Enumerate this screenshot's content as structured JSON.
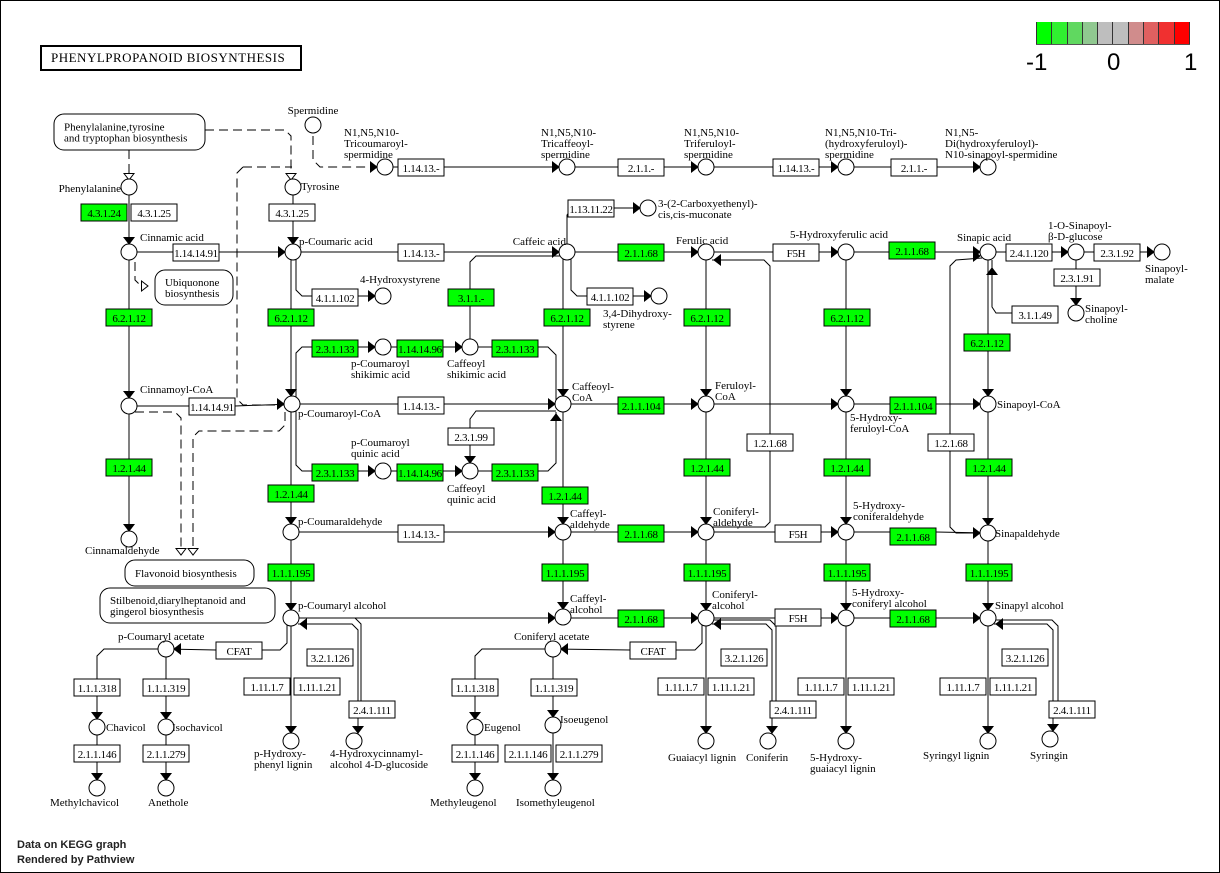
{
  "title": "PHENYLPROPANOID BIOSYNTHESIS",
  "legend": {
    "min_label": "-1",
    "mid_label": "0",
    "max_label": "1",
    "colors": [
      "#00ff00",
      "#30f030",
      "#60d860",
      "#90c890",
      "#bebebe",
      "#bebebe",
      "#d08c8c",
      "#e06060",
      "#f03030",
      "#ff0000"
    ]
  },
  "footer": {
    "line1": "Data on KEGG graph",
    "line2": "Rendered by Pathview"
  },
  "colors": {
    "up_regulated": "#ff0000",
    "down_regulated": "#00ff00",
    "no_data": "#ffffff"
  },
  "pathway_links": [
    {
      "id": "pw1",
      "label_lines": [
        "Phenylalanine,tyrosine",
        "and tryptophan biosynthesis"
      ]
    },
    {
      "id": "pw2",
      "label_lines": [
        "Ubiquonone",
        "biosynthesis"
      ]
    },
    {
      "id": "pw3",
      "label_lines": [
        "Flavonoid biosynthesis"
      ]
    },
    {
      "id": "pw4",
      "label_lines": [
        "Stilbenoid,diarylheptanoid and",
        "gingerol biosynthesis"
      ]
    }
  ],
  "compounds": [
    {
      "id": "c_spermidine",
      "label": [
        "Spermidine"
      ]
    },
    {
      "id": "c_phe",
      "label": [
        "Phenylalanine"
      ]
    },
    {
      "id": "c_tyr",
      "label": [
        "Tyrosine"
      ]
    },
    {
      "id": "c_tricoum",
      "label": [
        "N1,N5,N10-",
        "Tricoumaroyl-",
        "spermidine"
      ]
    },
    {
      "id": "c_tricaff",
      "label": [
        "N1,N5,N10-",
        "Tricaffeoyl-",
        "spermidine"
      ]
    },
    {
      "id": "c_triferu",
      "label": [
        "N1,N5,N10-",
        "Triferuloyl-",
        "spermidine"
      ]
    },
    {
      "id": "c_trihydroxy",
      "label": [
        "N1,N5,N10-Tri-",
        "(hydroxyferuloyl)-",
        "spermidine"
      ]
    },
    {
      "id": "c_di",
      "label": [
        "N1,N5-",
        "Di(hydroxyferuloyl)-",
        "N10-sinapoyl-spermidine"
      ]
    },
    {
      "id": "c_cinnamic",
      "label": [
        "Cinnamic acid"
      ]
    },
    {
      "id": "c_pcoumaric",
      "label": [
        "p-Coumaric acid"
      ]
    },
    {
      "id": "c_caffeic",
      "label": [
        "Caffeic acid"
      ]
    },
    {
      "id": "c_ferulic",
      "label": [
        "Ferulic acid"
      ]
    },
    {
      "id": "c_5hferulic",
      "label": [
        "5-Hydroxyferulic acid"
      ]
    },
    {
      "id": "c_sinapic",
      "label": [
        "Sinapic acid"
      ]
    },
    {
      "id": "c_carboxy",
      "label": [
        "3-(2-Carboxyethenyl)-",
        "cis,cis-muconate"
      ]
    },
    {
      "id": "c_singlucose",
      "label": [
        "1-O-Sinapoyl-",
        "β-D-glucose"
      ]
    },
    {
      "id": "c_sinmalate",
      "label": [
        "Sinapoyl-",
        "malate"
      ]
    },
    {
      "id": "c_sincholine",
      "label": [
        "Sinapoyl-",
        "choline"
      ]
    },
    {
      "id": "c_4hstyrene",
      "label": [
        "4-Hydroxystyrene"
      ]
    },
    {
      "id": "c_34dhstyrene",
      "label": [
        "3,4-Dihydroxy-",
        "styrene"
      ]
    },
    {
      "id": "c_pcshik",
      "label": [
        "p-Coumaroyl",
        "shikimic acid"
      ]
    },
    {
      "id": "c_cafshik",
      "label": [
        "Caffeoyl",
        "shikimic acid"
      ]
    },
    {
      "id": "c_pcquin",
      "label": [
        "p-Coumaroyl",
        "quinic acid"
      ]
    },
    {
      "id": "c_cafquin",
      "label": [
        "Caffeoyl",
        "quinic acid"
      ]
    },
    {
      "id": "c_cinnamoylcoa",
      "label": [
        "Cinnamoyl-CoA"
      ]
    },
    {
      "id": "c_pcoumaroylcoa",
      "label": [
        "p-Coumaroyl-CoA"
      ]
    },
    {
      "id": "c_caffeoylcoa",
      "label": [
        "Caffeoyl-",
        "CoA"
      ]
    },
    {
      "id": "c_feruloylcoa",
      "label": [
        "Feruloyl-",
        "CoA"
      ]
    },
    {
      "id": "c_5hfcoa",
      "label": [
        "5-Hydroxy-",
        "feruloyl-CoA"
      ]
    },
    {
      "id": "c_sinapoylcoa",
      "label": [
        "Sinapoyl-CoA"
      ]
    },
    {
      "id": "c_cinnamald",
      "label": [
        "Cinnamaldehyde"
      ]
    },
    {
      "id": "c_pcoumarald",
      "label": [
        "p-Coumaraldehyde"
      ]
    },
    {
      "id": "c_caffeyald",
      "label": [
        "Caffeyl-",
        "aldehyde"
      ]
    },
    {
      "id": "c_coniferald",
      "label": [
        "Coniferyl-",
        "aldehyde"
      ]
    },
    {
      "id": "c_5hconald",
      "label": [
        "5-Hydroxy-",
        "coniferaldehyde"
      ]
    },
    {
      "id": "c_sinapald",
      "label": [
        "Sinapaldehyde"
      ]
    },
    {
      "id": "c_pcoumaryl",
      "label": [
        "p-Coumaryl alcohol"
      ]
    },
    {
      "id": "c_caffeylalc",
      "label": [
        "Caffeyl-",
        "alcohol"
      ]
    },
    {
      "id": "c_coniferyl",
      "label": [
        "Coniferyl-",
        "alcohol"
      ]
    },
    {
      "id": "c_5hconalc",
      "label": [
        "5-Hydroxy-",
        "coniferyl alcohol"
      ]
    },
    {
      "id": "c_sinapyl",
      "label": [
        "Sinapyl alcohol"
      ]
    },
    {
      "id": "c_pcacetate",
      "label": [
        "p-Coumaryl acetate"
      ]
    },
    {
      "id": "c_conacetate",
      "label": [
        "Coniferyl acetate"
      ]
    },
    {
      "id": "c_chavicol",
      "label": [
        "Chavicol"
      ]
    },
    {
      "id": "c_isochavicol",
      "label": [
        "Isochavicol"
      ]
    },
    {
      "id": "c_methylchavicol",
      "label": [
        "Methylchavicol"
      ]
    },
    {
      "id": "c_anethole",
      "label": [
        "Anethole"
      ]
    },
    {
      "id": "c_eugenol",
      "label": [
        "Eugenol"
      ]
    },
    {
      "id": "c_isoeugenol",
      "label": [
        "Isoeugenol"
      ]
    },
    {
      "id": "c_methyleugenol",
      "label": [
        "Methyleugenol"
      ]
    },
    {
      "id": "c_isomethyleugenol",
      "label": [
        "Isomethyleugenol"
      ]
    },
    {
      "id": "c_phlignin",
      "label": [
        "p-Hydroxy-",
        "phenyl lignin"
      ]
    },
    {
      "id": "c_4hcglucoside",
      "label": [
        "4-Hydroxycinnamyl-",
        "alcohol 4-D-glucoside"
      ]
    },
    {
      "id": "c_guaiacyl",
      "label": [
        "Guaiacyl lignin"
      ]
    },
    {
      "id": "c_coniferin",
      "label": [
        "Coniferin"
      ]
    },
    {
      "id": "c_5hguaiacyl",
      "label": [
        "5-Hydroxy-",
        "guaiacyl lignin"
      ]
    },
    {
      "id": "c_syringyl",
      "label": [
        "Syringyl lignin"
      ]
    },
    {
      "id": "c_syringin",
      "label": [
        "Syringin"
      ]
    }
  ],
  "enzymes": [
    {
      "id": "e1",
      "label": "4.3.1.24",
      "status": "down"
    },
    {
      "id": "e2",
      "label": "4.3.1.25",
      "status": "none"
    },
    {
      "id": "e3",
      "label": "4.3.1.25",
      "status": "none"
    },
    {
      "id": "e4",
      "label": "1.14.13.-",
      "status": "none"
    },
    {
      "id": "e5",
      "label": "2.1.1.-",
      "status": "none"
    },
    {
      "id": "e6",
      "label": "1.14.13.-",
      "status": "none"
    },
    {
      "id": "e7",
      "label": "2.1.1.-",
      "status": "none"
    },
    {
      "id": "e8",
      "label": "1.14.14.91",
      "status": "none"
    },
    {
      "id": "e9",
      "label": "1.14.13.-",
      "status": "none"
    },
    {
      "id": "e10",
      "label": "1.13.11.22",
      "status": "none"
    },
    {
      "id": "e11",
      "label": "2.1.1.68",
      "status": "down"
    },
    {
      "id": "e12",
      "label": "F5H",
      "status": "none"
    },
    {
      "id": "e13",
      "label": "2.1.1.68",
      "status": "down"
    },
    {
      "id": "e14",
      "label": "2.4.1.120",
      "status": "none"
    },
    {
      "id": "e15",
      "label": "2.3.1.92",
      "status": "none"
    },
    {
      "id": "e16",
      "label": "2.3.1.91",
      "status": "none"
    },
    {
      "id": "e17",
      "label": "3.1.1.49",
      "status": "none"
    },
    {
      "id": "e18",
      "label": "4.1.1.102",
      "status": "none"
    },
    {
      "id": "e19",
      "label": "3.1.1.-",
      "status": "down"
    },
    {
      "id": "e20",
      "label": "4.1.1.102",
      "status": "none"
    },
    {
      "id": "e21",
      "label": "6.2.1.12",
      "status": "down"
    },
    {
      "id": "e22",
      "label": "6.2.1.12",
      "status": "down"
    },
    {
      "id": "e23",
      "label": "6.2.1.12",
      "status": "down"
    },
    {
      "id": "e24",
      "label": "6.2.1.12",
      "status": "down"
    },
    {
      "id": "e25",
      "label": "6.2.1.12",
      "status": "down"
    },
    {
      "id": "e26",
      "label": "6.2.1.12",
      "status": "down"
    },
    {
      "id": "e27",
      "label": "2.3.1.133",
      "status": "down"
    },
    {
      "id": "e28",
      "label": "1.14.14.96",
      "status": "down"
    },
    {
      "id": "e29",
      "label": "2.3.1.133",
      "status": "down"
    },
    {
      "id": "e30",
      "label": "1.14.14.91",
      "status": "none"
    },
    {
      "id": "e31",
      "label": "1.14.13.-",
      "status": "none"
    },
    {
      "id": "e32",
      "label": "2.1.1.104",
      "status": "down"
    },
    {
      "id": "e33",
      "label": "2.1.1.104",
      "status": "down"
    },
    {
      "id": "e34",
      "label": "2.3.1.99",
      "status": "none"
    },
    {
      "id": "e35",
      "label": "2.3.1.133",
      "status": "down"
    },
    {
      "id": "e36",
      "label": "1.14.14.96",
      "status": "down"
    },
    {
      "id": "e37",
      "label": "2.3.1.133",
      "status": "down"
    },
    {
      "id": "e38",
      "label": "1.2.1.68",
      "status": "none"
    },
    {
      "id": "e39",
      "label": "1.2.1.68",
      "status": "none"
    },
    {
      "id": "e40",
      "label": "1.2.1.44",
      "status": "down"
    },
    {
      "id": "e41",
      "label": "1.2.1.44",
      "status": "down"
    },
    {
      "id": "e42",
      "label": "1.2.1.44",
      "status": "down"
    },
    {
      "id": "e43",
      "label": "1.2.1.44",
      "status": "down"
    },
    {
      "id": "e44",
      "label": "1.2.1.44",
      "status": "down"
    },
    {
      "id": "e45",
      "label": "1.2.1.44",
      "status": "down"
    },
    {
      "id": "e46",
      "label": "1.14.13.-",
      "status": "none"
    },
    {
      "id": "e47",
      "label": "2.1.1.68",
      "status": "down"
    },
    {
      "id": "e48",
      "label": "F5H",
      "status": "none"
    },
    {
      "id": "e49",
      "label": "2.1.1.68",
      "status": "down"
    },
    {
      "id": "e50",
      "label": "1.1.1.195",
      "status": "down"
    },
    {
      "id": "e51",
      "label": "1.1.1.195",
      "status": "down"
    },
    {
      "id": "e52",
      "label": "1.1.1.195",
      "status": "down"
    },
    {
      "id": "e53",
      "label": "1.1.1.195",
      "status": "down"
    },
    {
      "id": "e54",
      "label": "1.1.1.195",
      "status": "down"
    },
    {
      "id": "e55",
      "label": "2.1.1.68",
      "status": "down"
    },
    {
      "id": "e56",
      "label": "F5H",
      "status": "none"
    },
    {
      "id": "e57",
      "label": "2.1.1.68",
      "status": "down"
    },
    {
      "id": "e58",
      "label": "CFAT",
      "status": "none"
    },
    {
      "id": "e59",
      "label": "CFAT",
      "status": "none"
    },
    {
      "id": "e60",
      "label": "3.2.1.126",
      "status": "none"
    },
    {
      "id": "e61",
      "label": "3.2.1.126",
      "status": "none"
    },
    {
      "id": "e62",
      "label": "3.2.1.126",
      "status": "none"
    },
    {
      "id": "e63",
      "label": "1.1.1.318",
      "status": "none"
    },
    {
      "id": "e64",
      "label": "1.1.1.319",
      "status": "none"
    },
    {
      "id": "e65",
      "label": "1.1.1.318",
      "status": "none"
    },
    {
      "id": "e66",
      "label": "1.1.1.319",
      "status": "none"
    },
    {
      "id": "e67",
      "label": "1.11.1.7",
      "status": "none"
    },
    {
      "id": "e68",
      "label": "1.11.1.21",
      "status": "none"
    },
    {
      "id": "e69",
      "label": "1.11.1.7",
      "status": "none"
    },
    {
      "id": "e70",
      "label": "1.11.1.21",
      "status": "none"
    },
    {
      "id": "e71",
      "label": "1.11.1.7",
      "status": "none"
    },
    {
      "id": "e72",
      "label": "1.11.1.21",
      "status": "none"
    },
    {
      "id": "e73",
      "label": "1.11.1.7",
      "status": "none"
    },
    {
      "id": "e74",
      "label": "1.11.1.21",
      "status": "none"
    },
    {
      "id": "e75",
      "label": "2.4.1.111",
      "status": "none"
    },
    {
      "id": "e76",
      "label": "2.4.1.111",
      "status": "none"
    },
    {
      "id": "e77",
      "label": "2.4.1.111",
      "status": "none"
    },
    {
      "id": "e78",
      "label": "2.1.1.146",
      "status": "none"
    },
    {
      "id": "e79",
      "label": "2.1.1.279",
      "status": "none"
    },
    {
      "id": "e80",
      "label": "2.1.1.146",
      "status": "none"
    },
    {
      "id": "e81",
      "label": "2.1.1.146",
      "status": "none"
    },
    {
      "id": "e82",
      "label": "2.1.1.279",
      "status": "none"
    }
  ]
}
